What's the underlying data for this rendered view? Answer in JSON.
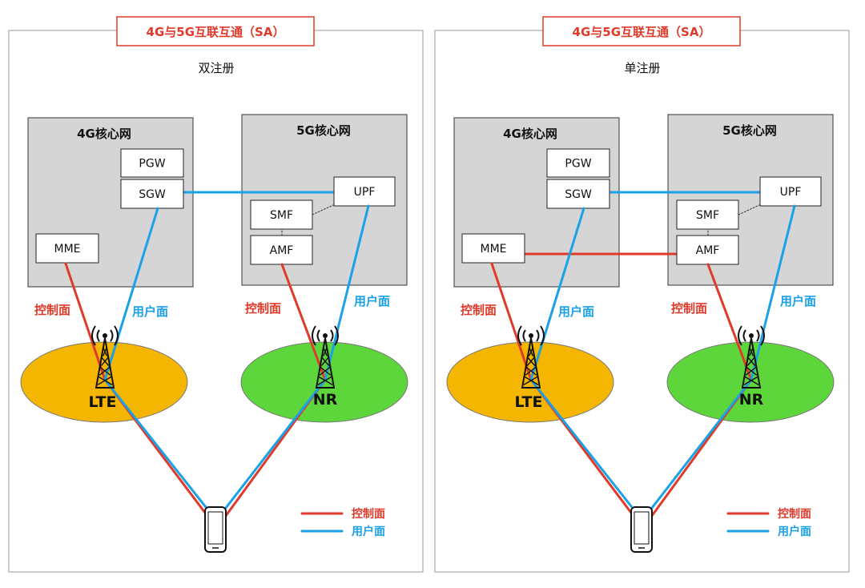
{
  "panels": [
    {
      "title": "4G与5G互联互通（SA）",
      "subtitle": "双注册",
      "core4g": {
        "title": "4G核心网",
        "pgw": "PGW",
        "sgw": "SGW",
        "mme": "MME"
      },
      "core5g": {
        "title": "5G核心网",
        "upf": "UPF",
        "smf": "SMF",
        "amf": "AMF"
      },
      "ran": {
        "lte": "LTE",
        "nr": "NR"
      },
      "labels": {
        "cp_left": "控制面",
        "up_left": "用户面",
        "cp_right": "控制面",
        "up_right": "用户面"
      },
      "legend": {
        "cp": "控制面",
        "up": "用户面"
      },
      "mme_amf_link": false
    },
    {
      "title": "4G与5G互联互通（SA）",
      "subtitle": "单注册",
      "core4g": {
        "title": "4G核心网",
        "pgw": "PGW",
        "sgw": "SGW",
        "mme": "MME"
      },
      "core5g": {
        "title": "5G核心网",
        "upf": "UPF",
        "smf": "SMF",
        "amf": "AMF"
      },
      "ran": {
        "lte": "LTE",
        "nr": "NR"
      },
      "labels": {
        "cp_left": "控制面",
        "up_left": "用户面",
        "cp_right": "控制面",
        "up_right": "用户面"
      },
      "legend": {
        "cp": "控制面",
        "up": "用户面"
      },
      "mme_amf_link": true
    }
  ],
  "colors": {
    "control_plane": "#e03a2a",
    "user_plane": "#1aa1e6",
    "lte_cell": "#f5b602",
    "nr_cell": "#5dd63b",
    "core_box": "#d5d5d5",
    "title_border": "#e03a2a"
  }
}
